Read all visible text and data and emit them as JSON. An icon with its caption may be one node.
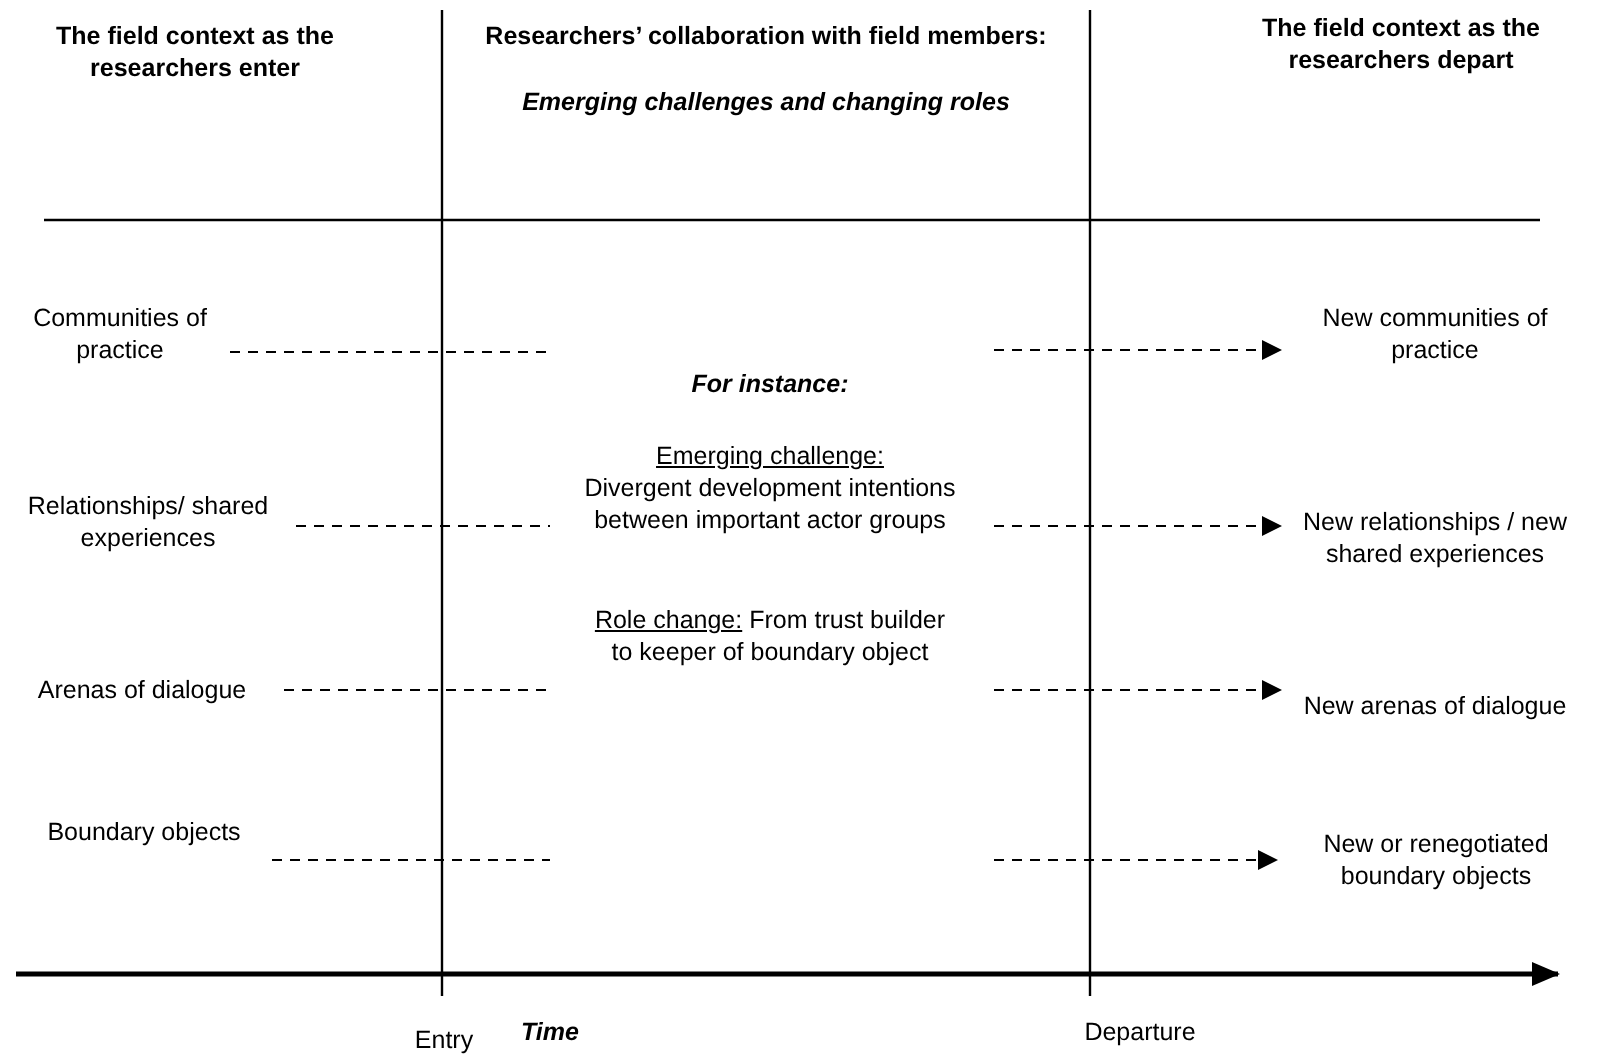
{
  "diagram": {
    "nodes": [
      {
        "text": [
          "Communities of practice"
        ]
      },
      {
        "text": [
          "Relationships/ shared experiences"
        ]
      },
      {
        "text": [
          "Arenas of dialogue"
        ]
      },
      {
        "text": [
          "Boundary objects"
        ]
      },
      {
        "text": [
          "New communities of practice"
        ]
      },
      {
        "text": [
          "New relationships / new shared experiences"
        ]
      },
      {
        "text": [
          "New arenas of dialogue"
        ]
      },
      {
        "text": [
          "New or renegotiated boundary objects"
        ]
      }
    ],
    "edges": [
      {
        "from": 0,
        "to": null,
        "arrow": "none",
        "style": "dashed"
      },
      {
        "from": 1,
        "to": null,
        "arrow": "none",
        "style": "dashed"
      },
      {
        "from": 2,
        "to": null,
        "arrow": "none",
        "style": "dashed"
      },
      {
        "from": 3,
        "to": null,
        "arrow": "none",
        "style": "dashed"
      },
      {
        "from": null,
        "to": 4,
        "arrow": "to",
        "style": "dashed"
      },
      {
        "from": null,
        "to": 5,
        "arrow": "to",
        "style": "dashed"
      },
      {
        "from": null,
        "to": 6,
        "arrow": "to",
        "style": "dashed"
      },
      {
        "from": null,
        "to": 7,
        "arrow": "to",
        "style": "dashed"
      }
    ],
    "labels": [
      "The field context as the researchers enter",
      "Researchers’ collaboration with field members:",
      "Emerging challenges and changing roles",
      "The field context as the researchers depart",
      "For instance:",
      "Emerging challenge:",
      "Divergent development intentions between important actor groups",
      "Role change:",
      "From trust builder to keeper of boundary object",
      "Entry",
      "Time",
      "Departure"
    ]
  }
}
